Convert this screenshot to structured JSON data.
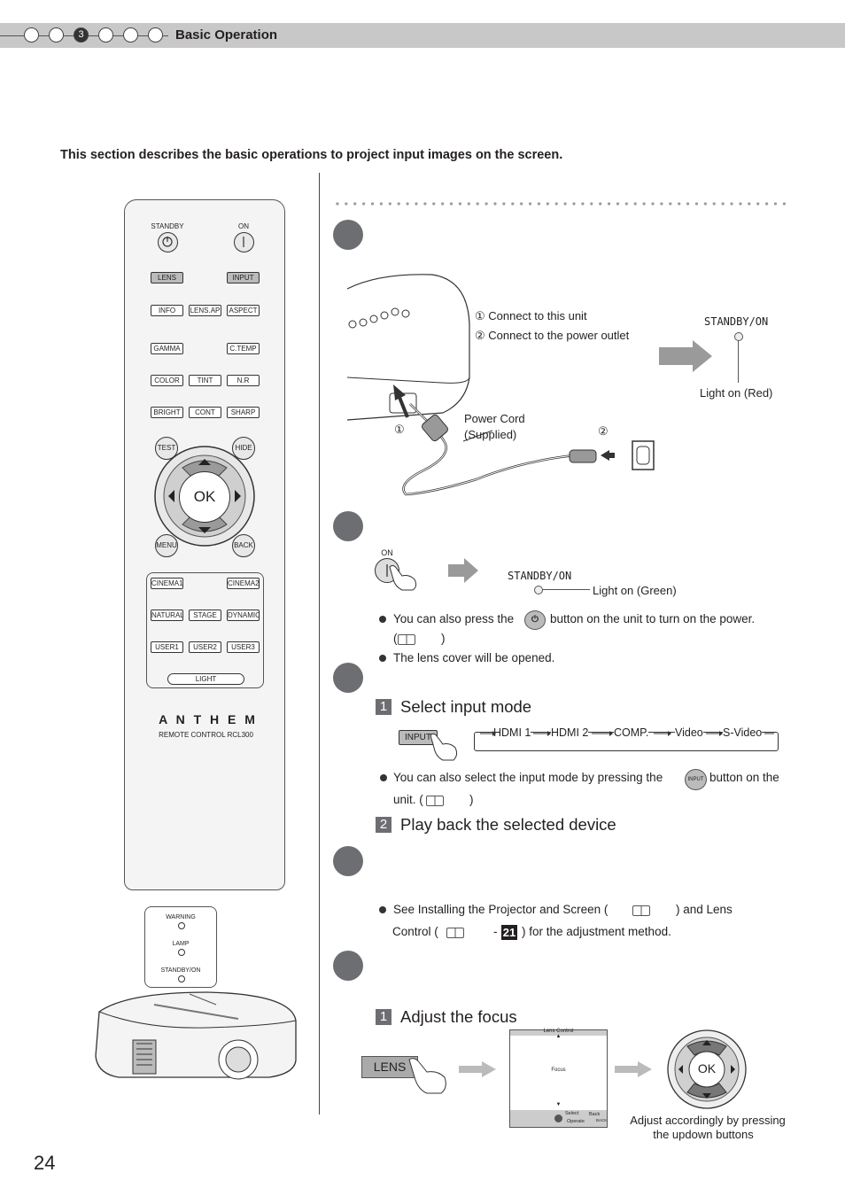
{
  "header": {
    "chapters": [
      "",
      "",
      "3",
      "",
      "",
      "",
      ""
    ],
    "active_chapter_index": 2,
    "title": "Basic Operation"
  },
  "intro": "This section describes the basic operations to project input images on the screen.",
  "page_number": "24",
  "remote": {
    "standby_label": "STANDBY",
    "on_label": "ON",
    "row1": [
      "LENS",
      "INPUT"
    ],
    "row2": [
      "INFO",
      "LENS.AP",
      "ASPECT"
    ],
    "row3": [
      "GAMMA",
      "C.TEMP"
    ],
    "row4": [
      "COLOR",
      "TINT",
      "N.R"
    ],
    "row5": [
      "BRIGHT",
      "CONT",
      "SHARP"
    ],
    "test": "TEST",
    "hide": "HIDE",
    "ok": "OK",
    "menu": "MENU",
    "back": "BACK",
    "modes1": [
      "CINEMA1",
      "CINEMA2"
    ],
    "modes2": [
      "NATURAL",
      "STAGE",
      "DYNAMIC"
    ],
    "modes3": [
      "USER1",
      "USER2",
      "USER3"
    ],
    "light": "LIGHT",
    "brand": "A N T H E M",
    "model": "REMOTE CONTROL RCL300"
  },
  "unit_indicators": {
    "warning": "WARNING",
    "lamp": "LAMP",
    "standby_on": "STANDBY/ON"
  },
  "step1": {
    "connect_unit": "① Connect to this unit",
    "connect_outlet": "② Connect to the power outlet",
    "standby_on": "STANDBY/ON",
    "light_red": "Light on (Red)",
    "power_cord": "Power Cord",
    "supplied": "(Supplied)",
    "marker1": "①",
    "marker2": "②"
  },
  "step2": {
    "on_label": "ON",
    "standby_on": "STANDBY/ON",
    "light_green": "Light on (Green)",
    "bullet1_pre": "You can also press the",
    "bullet1_post": "button on the unit to turn on the power.",
    "ref_open": "(",
    "ref_close": ")",
    "bullet2": "The lens cover will be opened."
  },
  "step3": {
    "num1": "1",
    "heading1": "Select input mode",
    "input_btn": "INPUT",
    "modes": [
      "HDMI 1",
      "HDMI 2",
      "COMP.",
      "Video",
      "S-Video"
    ],
    "bullet_pre": "You can also select the input mode by pressing the",
    "input_icon": "INPUT",
    "bullet_post": "button on the",
    "bullet_line2_pre": "unit. (",
    "bullet_line2_post": ")",
    "num2": "2",
    "heading2": "Play back the selected device"
  },
  "step4": {
    "bullet_pre": "See Installing the Projector and Screen  (",
    "bullet_mid": ") and Lens",
    "line2_pre": "Control (",
    "dash": "-",
    "page_ref": "21",
    "line2_post": ") for the adjustment method."
  },
  "step5": {
    "num1": "1",
    "heading1": "Adjust the focus",
    "lens_btn": "LENS",
    "screen_title": "Lens Control",
    "screen_focus": "Focus",
    "screen_select": "Select",
    "screen_operate": "Operate",
    "screen_back": "Back",
    "screen_back_key": "BACK",
    "ok": "OK",
    "caption_line1": "Adjust accordingly by pressing",
    "caption_line2": "the updown buttons"
  }
}
